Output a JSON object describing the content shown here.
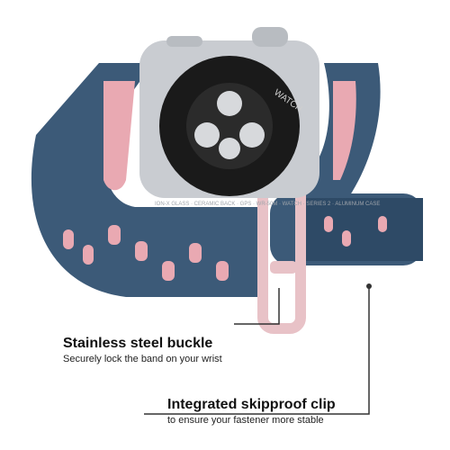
{
  "colors": {
    "band": "#3c5a78",
    "band_dark": "#2e4a66",
    "band_inner": "#e9a9b2",
    "case_silver": "#c9ccd1",
    "buckle": "#e8c2c7",
    "line": "#333333"
  },
  "watch_back": {
    "ring_text": "ION-X GLASS · CERAMIC BACK · GPS · WR-50M · WATCH · SERIES 2 · ALUMINUM CASE",
    "brand_mark": "WATCH"
  },
  "callouts": [
    {
      "title": "Stainless steel buckle",
      "subtitle": "Securely lock the band on your wrist"
    },
    {
      "title": "Integrated skipproof clip",
      "subtitle": "to ensure your fastener more stable"
    }
  ]
}
